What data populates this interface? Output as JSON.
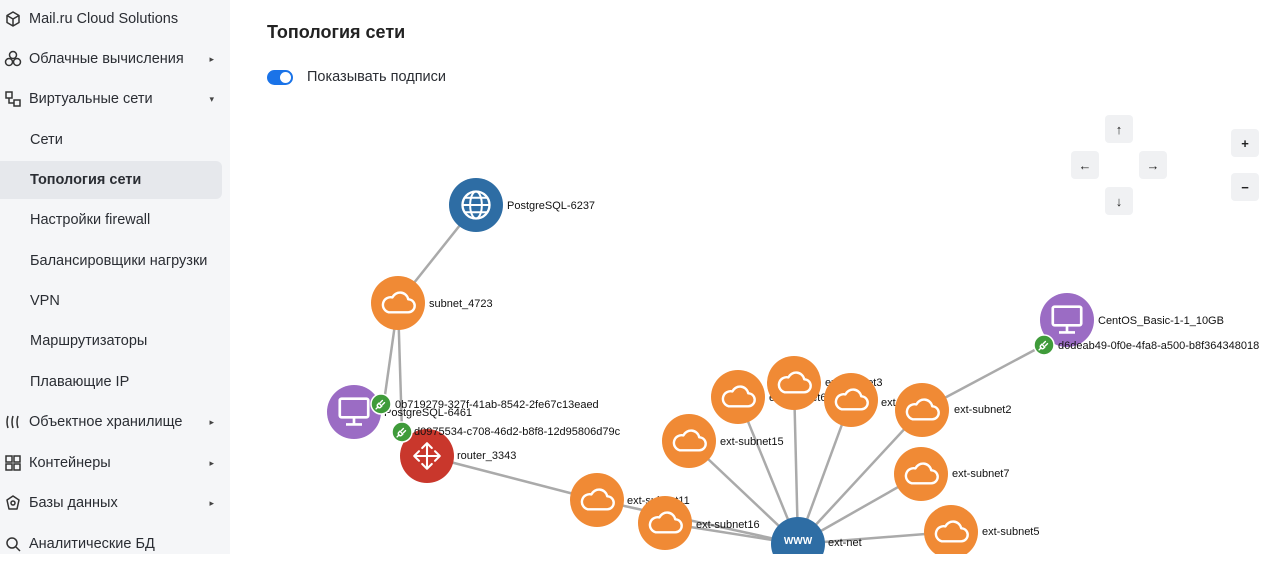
{
  "sidebar": {
    "brand": "Mail.ru Cloud Solutions",
    "items": [
      {
        "label": "Облачные вычисления",
        "caret": "▸"
      },
      {
        "label": "Виртуальные сети",
        "caret": "▾"
      },
      {
        "label": "Сети"
      },
      {
        "label": "Топология сети"
      },
      {
        "label": "Настройки firewall"
      },
      {
        "label": "Балансировщики нагрузки"
      },
      {
        "label": "VPN"
      },
      {
        "label": "Маршрутизаторы"
      },
      {
        "label": "Плавающие IP"
      },
      {
        "label": "Объектное хранилище",
        "caret": "▸"
      },
      {
        "label": "Контейнеры",
        "caret": "▸"
      },
      {
        "label": "Базы данных",
        "caret": "▸"
      },
      {
        "label": "Аналитические БД"
      }
    ]
  },
  "main": {
    "title": "Топология сети",
    "toggle_label": "Показывать подписи",
    "toggle_on": true
  },
  "controls": {
    "up": "↑",
    "down": "↓",
    "left": "←",
    "right": "→",
    "zoom_in": "+",
    "zoom_out": "−"
  },
  "topology": {
    "colors": {
      "subnet": "#f08a35",
      "vm": "#9b6cc4",
      "router": "#c9372c",
      "network": "#2e6da4",
      "port": "#3f9b3a",
      "edge": "#aaaaaa"
    },
    "nodes": {
      "postgres6237": "PostgreSQL-6237",
      "subnet4723": "subnet_4723",
      "postgres6461": "PostgreSQL-6461",
      "port_pg6461": "0b719279-327f-41ab-8542-2fe67c13eaed",
      "port_router": "d0975534-c708-46d2-b8f8-12d95806d79c",
      "router3343": "router_3343",
      "centos": "CentOS_Basic-1-1_10GB",
      "port_centos": "d6deab49-0f0e-4fa8-a500-b8f364348018",
      "ext_net": "ext-net",
      "ext_subnet2": "ext-subnet2",
      "ext_subnet3": "ext-subnet3",
      "ext_subnet5": "ext-subnet5",
      "ext_subnet6": "ext-subnet6",
      "ext_subnet7": "ext-subnet7",
      "ext_subnet10": "ext-subnet10",
      "ext_subnet11": "ext-subnet11",
      "ext_subnet15": "ext-subnet15",
      "ext_subnet16": "ext-subnet16"
    }
  }
}
